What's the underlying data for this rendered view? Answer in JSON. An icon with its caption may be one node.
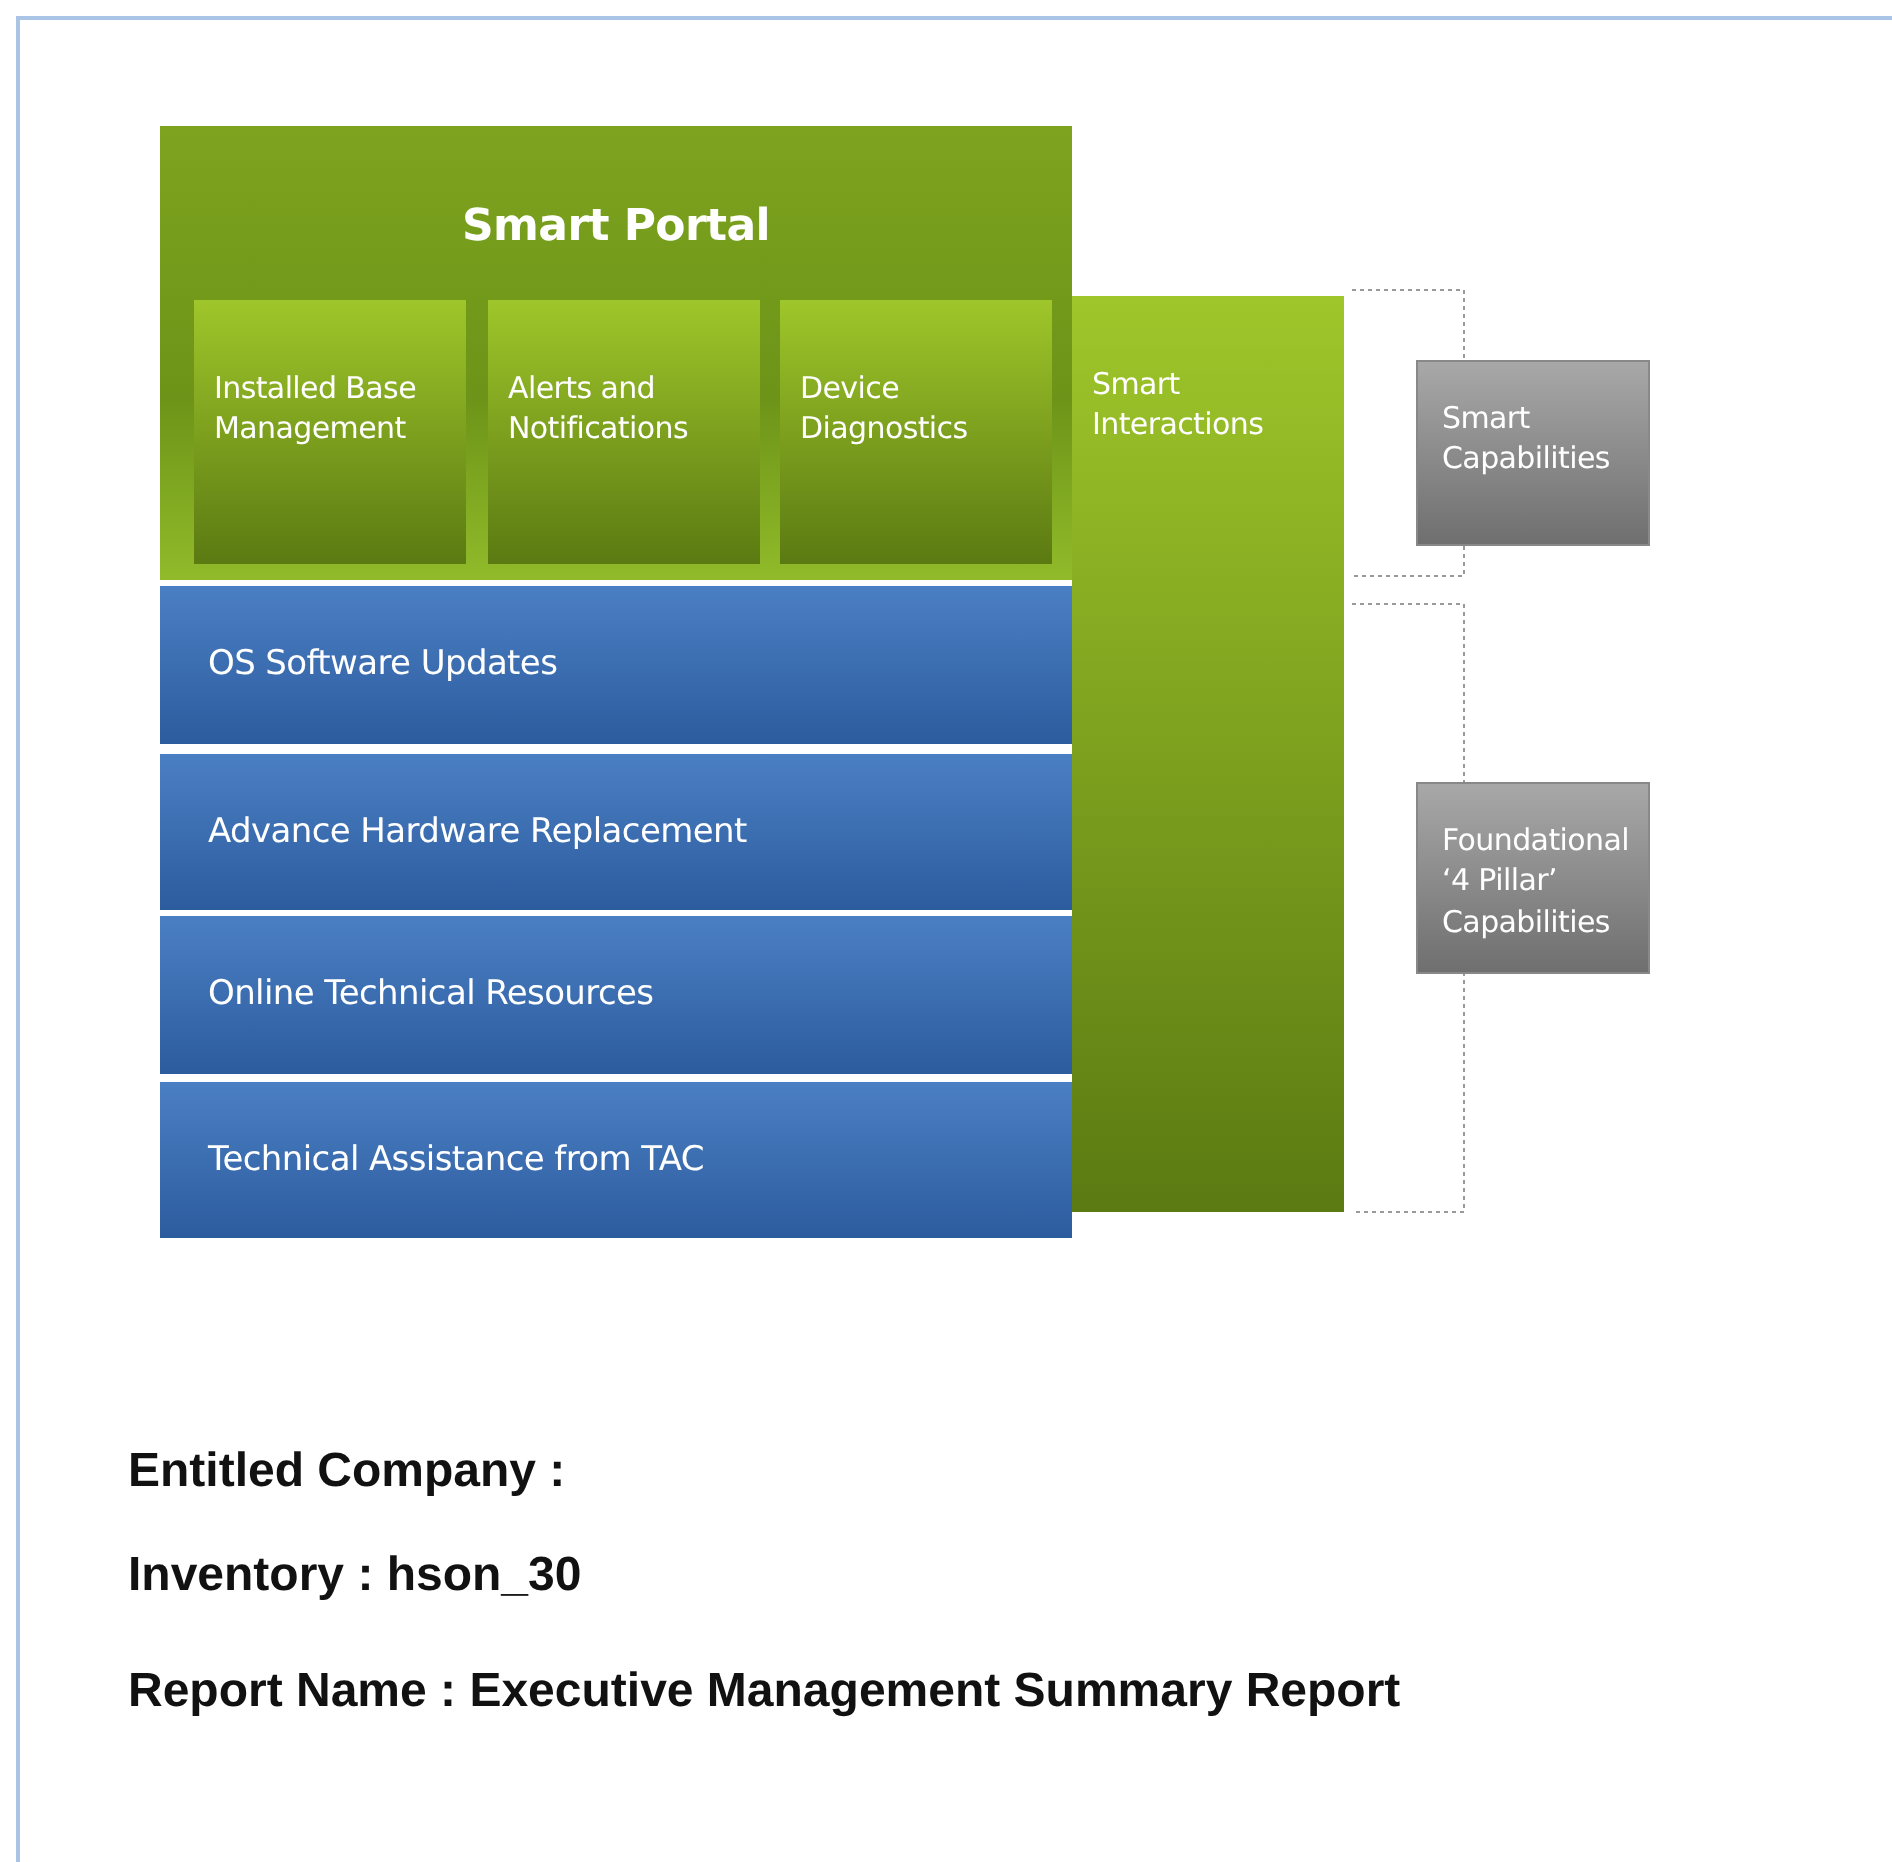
{
  "diagram": {
    "nodes": [
      {
        "text": [
          "Smart Portal"
        ]
      },
      {
        "text": [
          "Installed Base Management"
        ],
        "in": 0
      },
      {
        "text": [
          "Alerts and Notifications"
        ],
        "in": 0
      },
      {
        "text": [
          "Device Diagnostics"
        ],
        "in": 0
      },
      {
        "text": [
          "Smart Interactions"
        ]
      },
      {
        "text": [
          "OS Software Updates"
        ]
      },
      {
        "text": [
          "Advance Hardware Replacement"
        ]
      },
      {
        "text": [
          "Online Technical Resources"
        ]
      },
      {
        "text": [
          "Technical Assistance from TAC"
        ]
      },
      {
        "text": [
          "Smart Capabilities"
        ]
      },
      {
        "text": [
          "Foundational ‘4 Pillar’ Capabilities"
        ]
      }
    ],
    "edges": [],
    "labels": [
      "Entitled Company :",
      "Inventory : hson_30",
      "Report Name : Executive Management Summary Report"
    ]
  }
}
